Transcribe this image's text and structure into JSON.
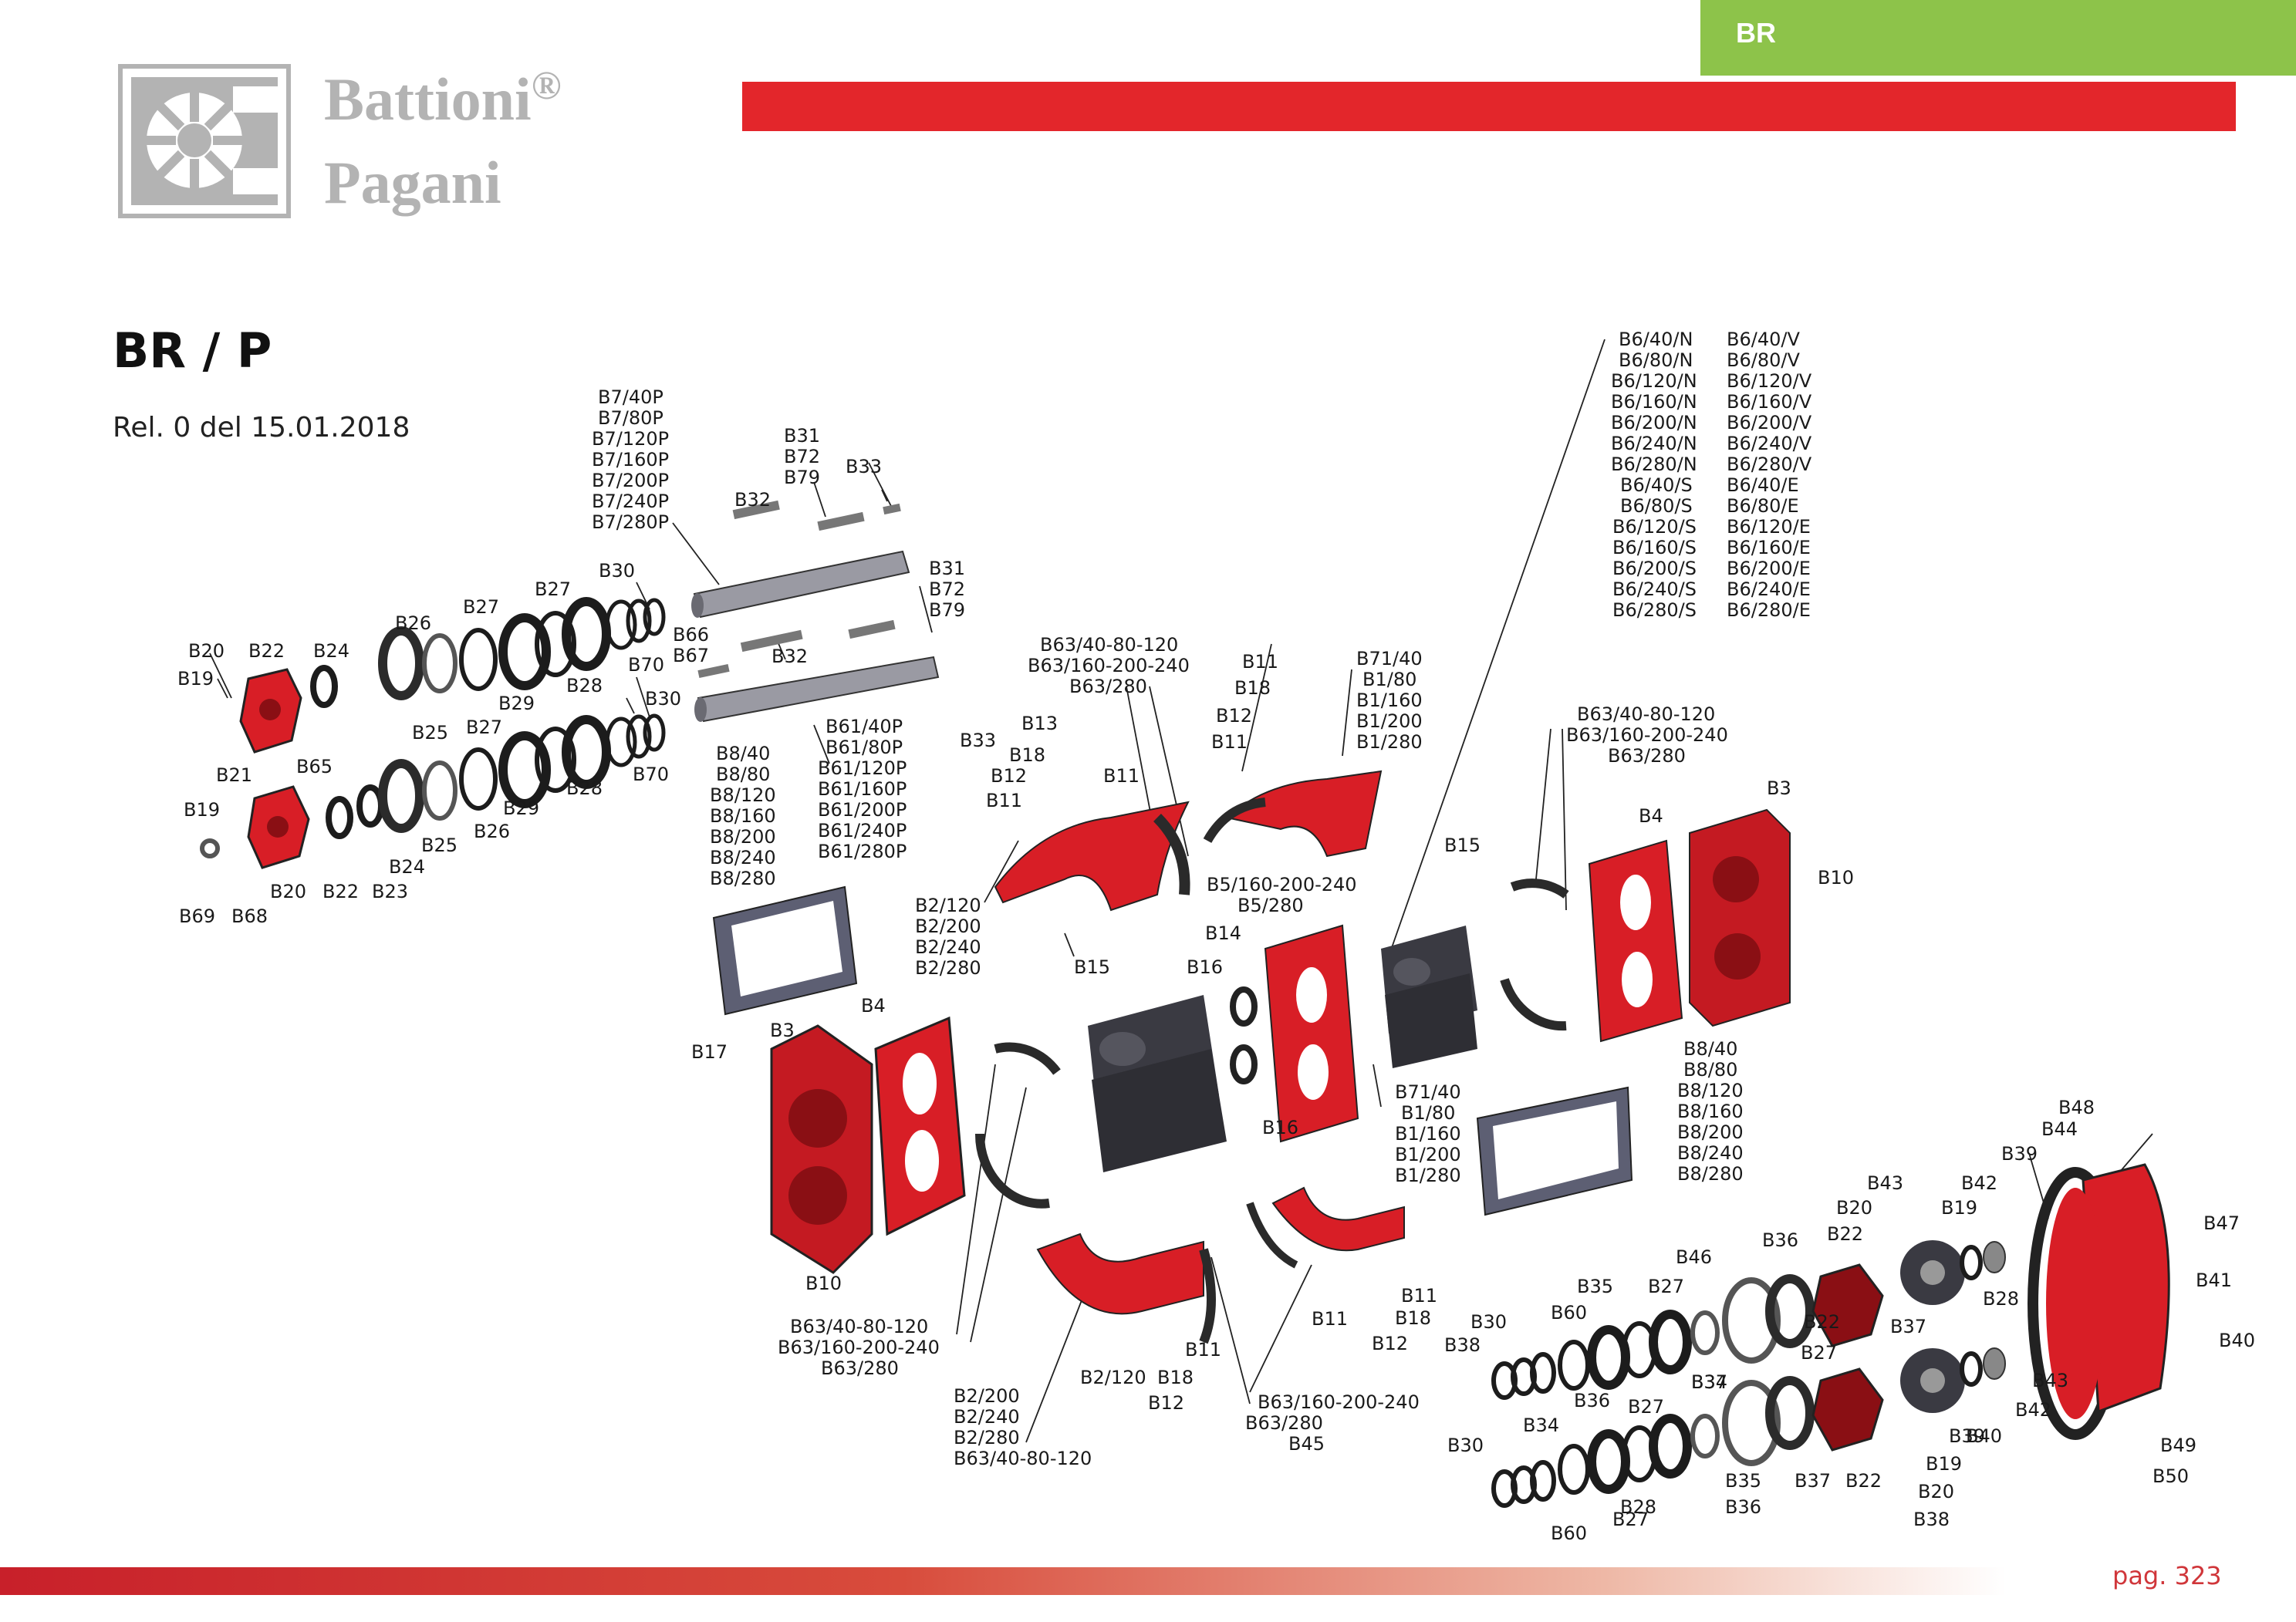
{
  "header": {
    "tab_label": "BR",
    "brand_line1": "Battioni",
    "brand_mark": "®",
    "brand_line2": "Pagani",
    "colors": {
      "tab": "#8dc34a",
      "bar": "#e3262b",
      "part_red": "#d81e26",
      "part_dark": "#3a3a42",
      "logo_grey": "#b3b3b3"
    }
  },
  "page": {
    "title": "BR / P",
    "release": "Rel. 0 del 15.01.2018",
    "page_number": "pag. 323"
  },
  "diagram": {
    "labels": [
      "B7/40P",
      "B7/80P",
      "B7/120P",
      "B7/160P",
      "B7/200P",
      "B7/240P",
      "B7/280P",
      "B31",
      "B72",
      "B79",
      "B33",
      "B32",
      "B31",
      "B72",
      "B79",
      "B30",
      "B27",
      "B27",
      "B26",
      "B20",
      "B22",
      "B24",
      "B19",
      "B29",
      "B28",
      "B70",
      "B66",
      "B67",
      "B32",
      "B25",
      "B27",
      "B30",
      "B61/40P",
      "B61/80P",
      "B61/120P",
      "B61/160P",
      "B61/200P",
      "B61/240P",
      "B61/280P",
      "B21",
      "B65",
      "B19",
      "B29",
      "B28",
      "B70",
      "B26",
      "B25",
      "B24",
      "B20",
      "B22",
      "B23",
      "B69",
      "B68",
      "B33",
      "B8/40",
      "B8/80",
      "B8/120",
      "B8/160",
      "B8/200",
      "B8/240",
      "B8/280",
      "B63/40-80-120",
      "B63/160-200-240",
      "B63/280",
      "B13",
      "B18",
      "B12",
      "B11",
      "B11",
      "B11",
      "B18",
      "B12",
      "B11",
      "B71/40",
      "B1/80",
      "B1/160",
      "B1/200",
      "B1/280",
      "B2/120",
      "B2/200",
      "B2/240",
      "B2/280",
      "B15",
      "B4",
      "B3",
      "B17",
      "B5/160-200-240",
      "B5/280",
      "B14",
      "B16",
      "B16",
      "B15",
      "B63/40-80-120",
      "B63/160-200-240",
      "B63/280",
      "B4",
      "B3",
      "B10",
      "B6/40/N",
      "B6/80/N",
      "B6/120/N",
      "B6/160/N",
      "B6/200/N",
      "B6/240/N",
      "B6/280/N",
      "B6/40/S",
      "B6/80/S",
      "B6/120/S",
      "B6/160/S",
      "B6/200/S",
      "B6/240/S",
      "B6/280/S",
      "B6/40/V",
      "B6/80/V",
      "B6/120/V",
      "B6/160/V",
      "B6/200/V",
      "B6/240/V",
      "B6/280/V",
      "B6/40/E",
      "B6/80/E",
      "B6/120/E",
      "B6/160/E",
      "B6/200/E",
      "B6/240/E",
      "B6/280/E",
      "B71/40",
      "B1/80",
      "B1/160",
      "B1/200",
      "B1/280",
      "B8/40",
      "B8/80",
      "B8/120",
      "B8/160",
      "B8/200",
      "B8/240",
      "B8/280",
      "B10",
      "B63/40-80-120",
      "B63/160-200-240",
      "B63/280",
      "B11",
      "B18",
      "B12",
      "B11",
      "B11",
      "B18",
      "B12",
      "B2/120",
      "B2/200",
      "B2/240",
      "B2/280",
      "B63/40-80-120",
      "B63/160-200-240",
      "B63/280",
      "B45",
      "B48",
      "B44",
      "B39",
      "B43",
      "B42",
      "B19",
      "B20",
      "B22",
      "B36",
      "B46",
      "B47",
      "B41",
      "B40",
      "B28",
      "B35",
      "B27",
      "B60",
      "B30",
      "B38",
      "B37",
      "B27",
      "B34",
      "B36",
      "B37",
      "B22",
      "B43",
      "B42",
      "B39",
      "B40",
      "B30",
      "B34",
      "B27",
      "B19",
      "B20",
      "B49",
      "B50",
      "B28",
      "B35",
      "B36",
      "B37",
      "B22",
      "B38",
      "B60",
      "B27"
    ]
  }
}
